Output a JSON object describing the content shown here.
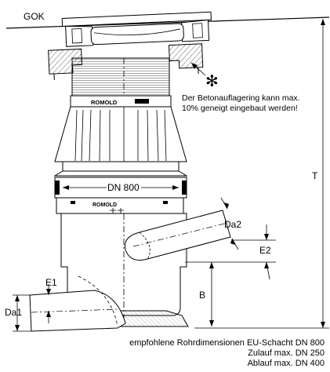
{
  "labels": {
    "gok": "GOK",
    "dn800": "DN 800",
    "t": "T",
    "da2": "Da2",
    "e2": "E2",
    "b": "B",
    "e1": "E1",
    "da1": "Da1",
    "brand": "ROMOLD",
    "asterisk": "✻"
  },
  "note": {
    "line1": "Der Betonauflagering kann max.",
    "line2": "10% geneigt eingebaut werden!"
  },
  "caption": {
    "line1": "empfohlene Rohrdimensionen EU-Schacht DN 800",
    "line2": "Zulauf max. DN 250",
    "line3": "Ablauf max. DN 400"
  }
}
